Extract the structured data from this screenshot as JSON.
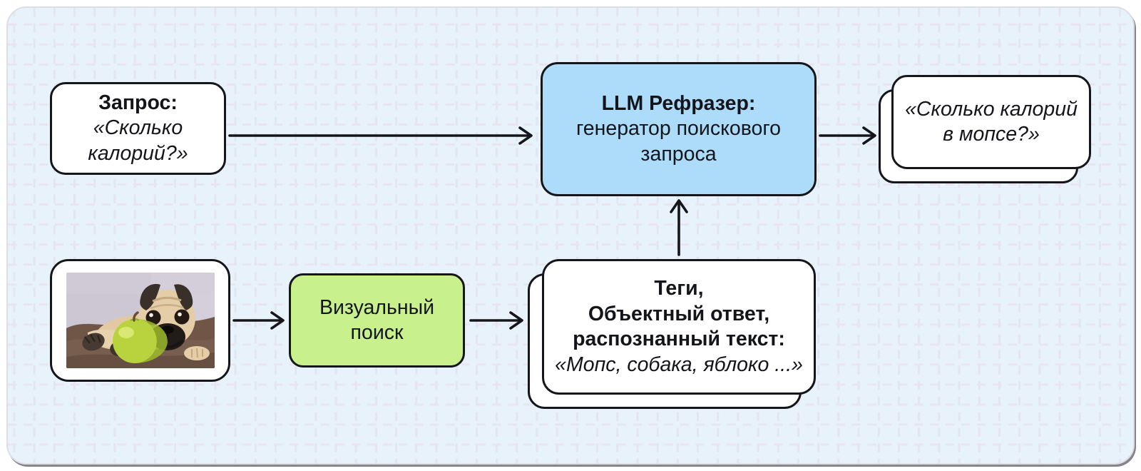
{
  "diagram": {
    "nodes": {
      "query": {
        "title": "Запрос:",
        "quote": "«Сколько калорий?»"
      },
      "llm_rephraser": {
        "title": "LLM Рефразер:",
        "subtitle": "генератор поискового запроса"
      },
      "rephrased_query": {
        "quote": "«Сколько калорий в мопсе?»"
      },
      "visual_search": {
        "label": "Визуальный поиск"
      },
      "visual_output": {
        "lines": [
          "Теги,",
          "Объектный ответ,",
          "распознанный текст:"
        ],
        "quote": "«Мопс, собака, яблоко ...»"
      }
    },
    "icons": {
      "pug_photo": "pug-puppy-with-green-apple-photo"
    },
    "colors": {
      "panel_background": "#e8f2fb",
      "grid_line": "#e2e3f0",
      "node_border": "#15161b",
      "rephraser_fill": "#addcfa",
      "visual_search_fill": "#c8f18d",
      "card_fill": "#ffffff",
      "arrow": "#15161b"
    }
  }
}
